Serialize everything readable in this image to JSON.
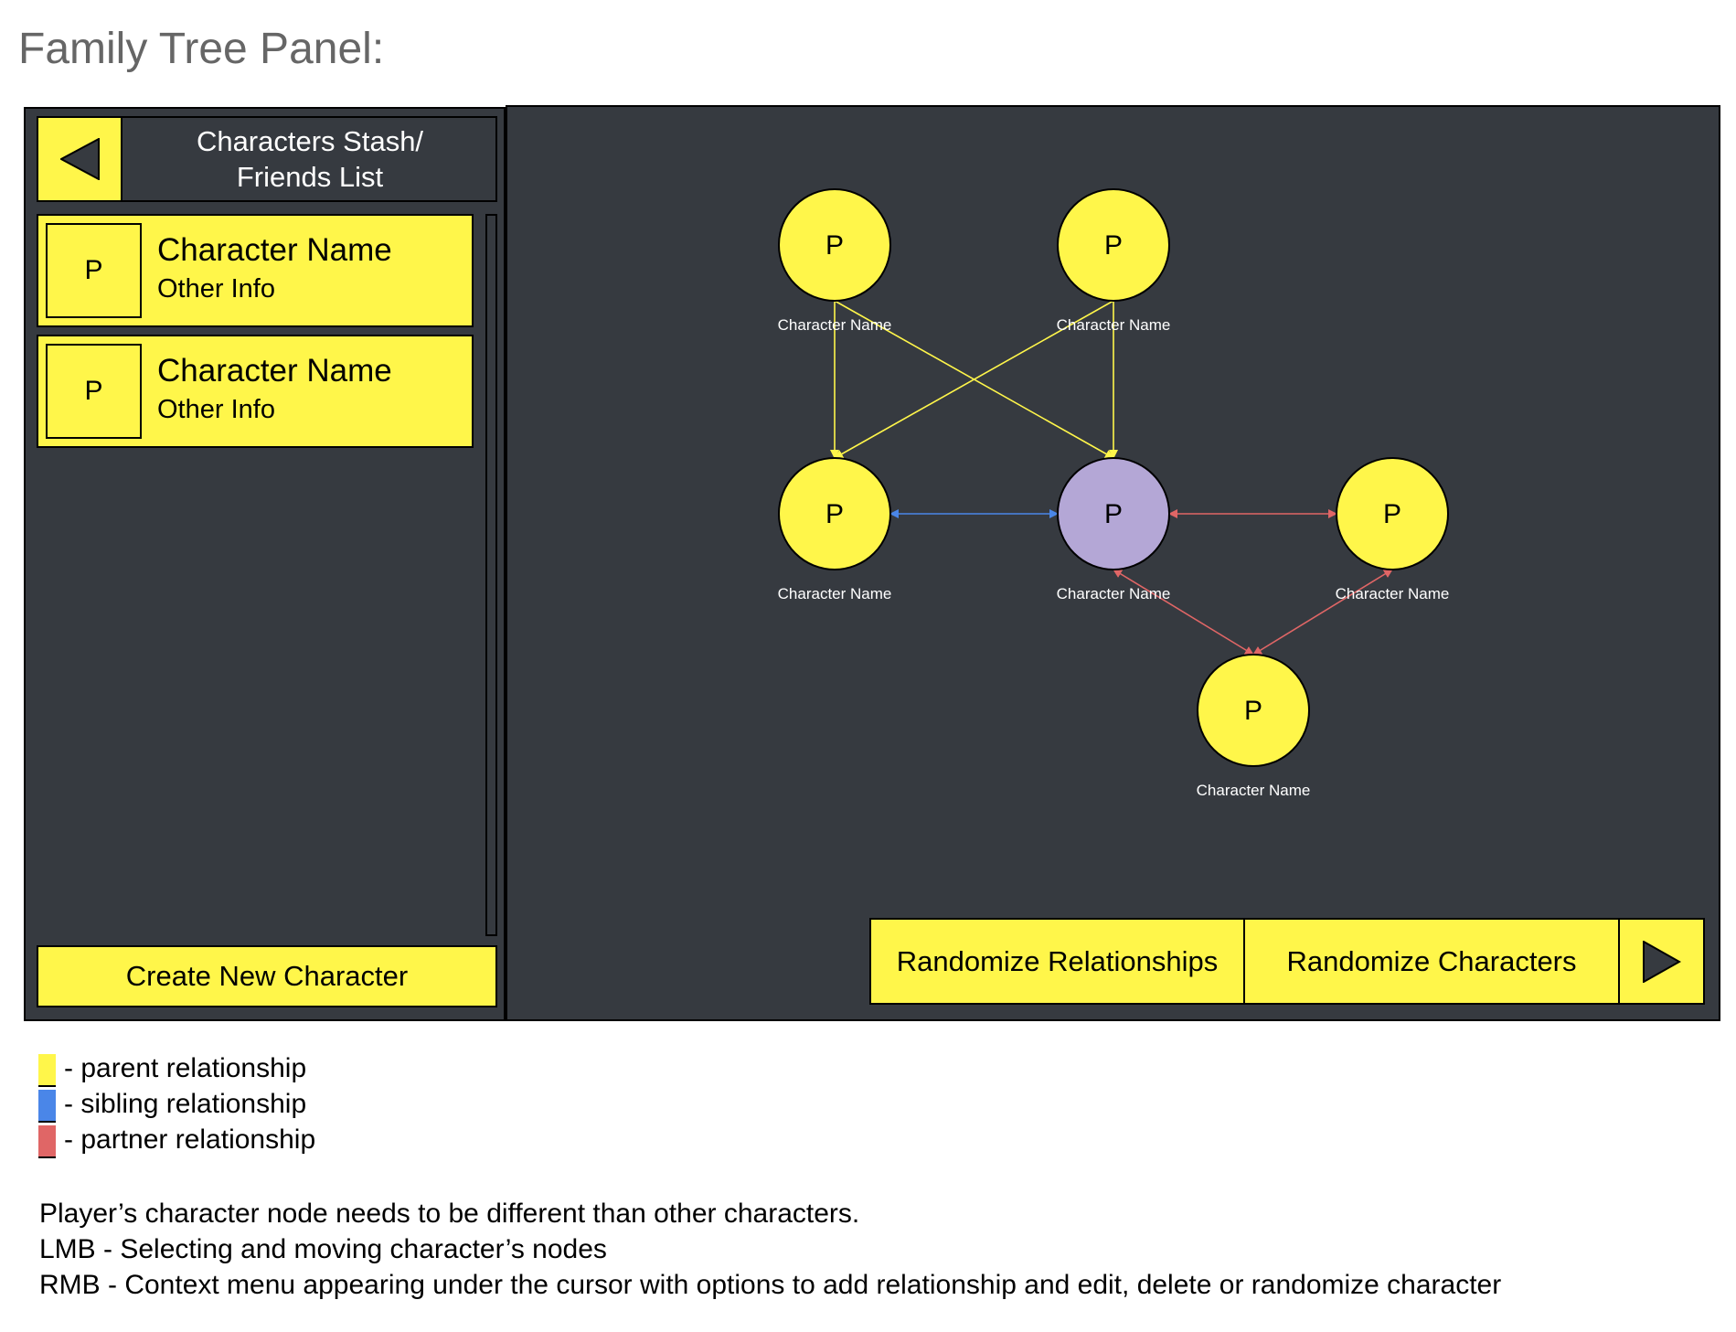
{
  "page_title": "Family Tree Panel:",
  "left_panel": {
    "header_title": "Characters Stash/\nFriends List",
    "characters": [
      {
        "portrait": "P",
        "name": "Character Name",
        "info": "Other Info"
      },
      {
        "portrait": "P",
        "name": "Character Name",
        "info": "Other Info"
      }
    ],
    "create_button": "Create New Character"
  },
  "graph": {
    "nodes": [
      {
        "id": "parent1",
        "letter": "P",
        "name": "Character Name",
        "player": false
      },
      {
        "id": "parent2",
        "letter": "P",
        "name": "Character Name",
        "player": false
      },
      {
        "id": "sibling",
        "letter": "P",
        "name": "Character Name",
        "player": false
      },
      {
        "id": "player",
        "letter": "P",
        "name": "Character Name",
        "player": true
      },
      {
        "id": "partner1",
        "letter": "P",
        "name": "Character Name",
        "player": false
      },
      {
        "id": "partner2",
        "letter": "P",
        "name": "Character Name",
        "player": false
      }
    ],
    "edges": [
      {
        "from": "parent1",
        "to": "sibling",
        "type": "parent"
      },
      {
        "from": "parent1",
        "to": "player",
        "type": "parent"
      },
      {
        "from": "parent2",
        "to": "sibling",
        "type": "parent"
      },
      {
        "from": "parent2",
        "to": "player",
        "type": "parent"
      },
      {
        "from": "sibling",
        "to": "player",
        "type": "sibling"
      },
      {
        "from": "player",
        "to": "partner1",
        "type": "partner"
      },
      {
        "from": "player",
        "to": "partner2",
        "type": "partner"
      },
      {
        "from": "partner1",
        "to": "partner2",
        "type": "partner"
      }
    ]
  },
  "buttons": {
    "randomize_relationships": "Randomize Relationships",
    "randomize_characters": "Randomize Characters"
  },
  "legend": [
    {
      "label": "- parent relationship",
      "color": "#fff64a"
    },
    {
      "label": "- sibling relationship",
      "color": "#4a86e8"
    },
    {
      "label": "- partner relationship",
      "color": "#e06666"
    }
  ],
  "notes": [
    "Player’s character node needs to be different than other characters.",
    "LMB - Selecting and moving character’s nodes",
    "RMB - Context menu appearing under the cursor with options to add relationship and edit, delete or randomize character"
  ],
  "colors": {
    "node": "#fff64a",
    "player_node": "#b4a7d6",
    "panel_bg": "#363a40",
    "parent": "#fff64a",
    "sibling": "#4a86e8",
    "partner": "#e06666"
  }
}
